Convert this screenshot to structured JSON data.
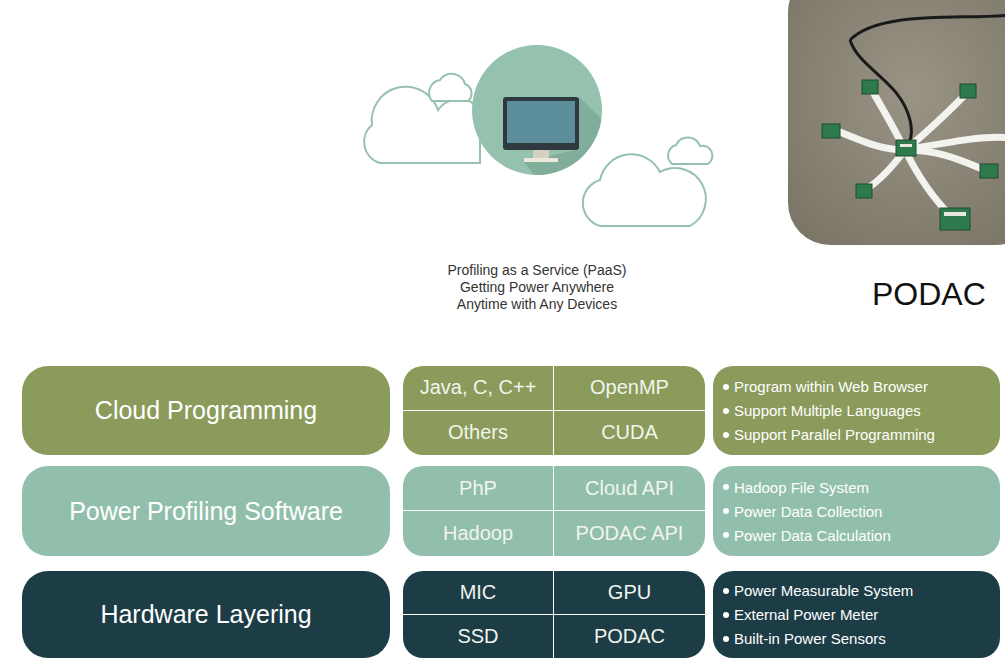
{
  "diagram": {
    "nodes": [
      {
        "text": [
          "Cloud Programming"
        ]
      },
      {
        "text": [
          "Java, C, C++",
          "OpenMP",
          "Others",
          "CUDA"
        ]
      },
      {
        "text": [
          "Program within Web Browser",
          "Support Multiple Languages",
          "Support Parallel Programming"
        ]
      },
      {
        "text": [
          "Power Profiling Software"
        ]
      },
      {
        "text": [
          "PhP",
          "Cloud API",
          "Hadoop",
          "PODAC API"
        ]
      },
      {
        "text": [
          "Hadoop File System",
          "Power Data Collection",
          "Power Data Calculation"
        ]
      },
      {
        "text": [
          "Hardware Layering"
        ]
      },
      {
        "text": [
          "MIC",
          "GPU",
          "SSD",
          "PODAC"
        ]
      },
      {
        "text": [
          "Power Measurable System",
          "External Power Meter",
          "Built-in Power Sensors"
        ]
      }
    ],
    "labels": [
      "Profiling as a Service (PaaS) Getting Power Anywhere Anytime with Any Devices",
      "PODAC"
    ]
  }
}
